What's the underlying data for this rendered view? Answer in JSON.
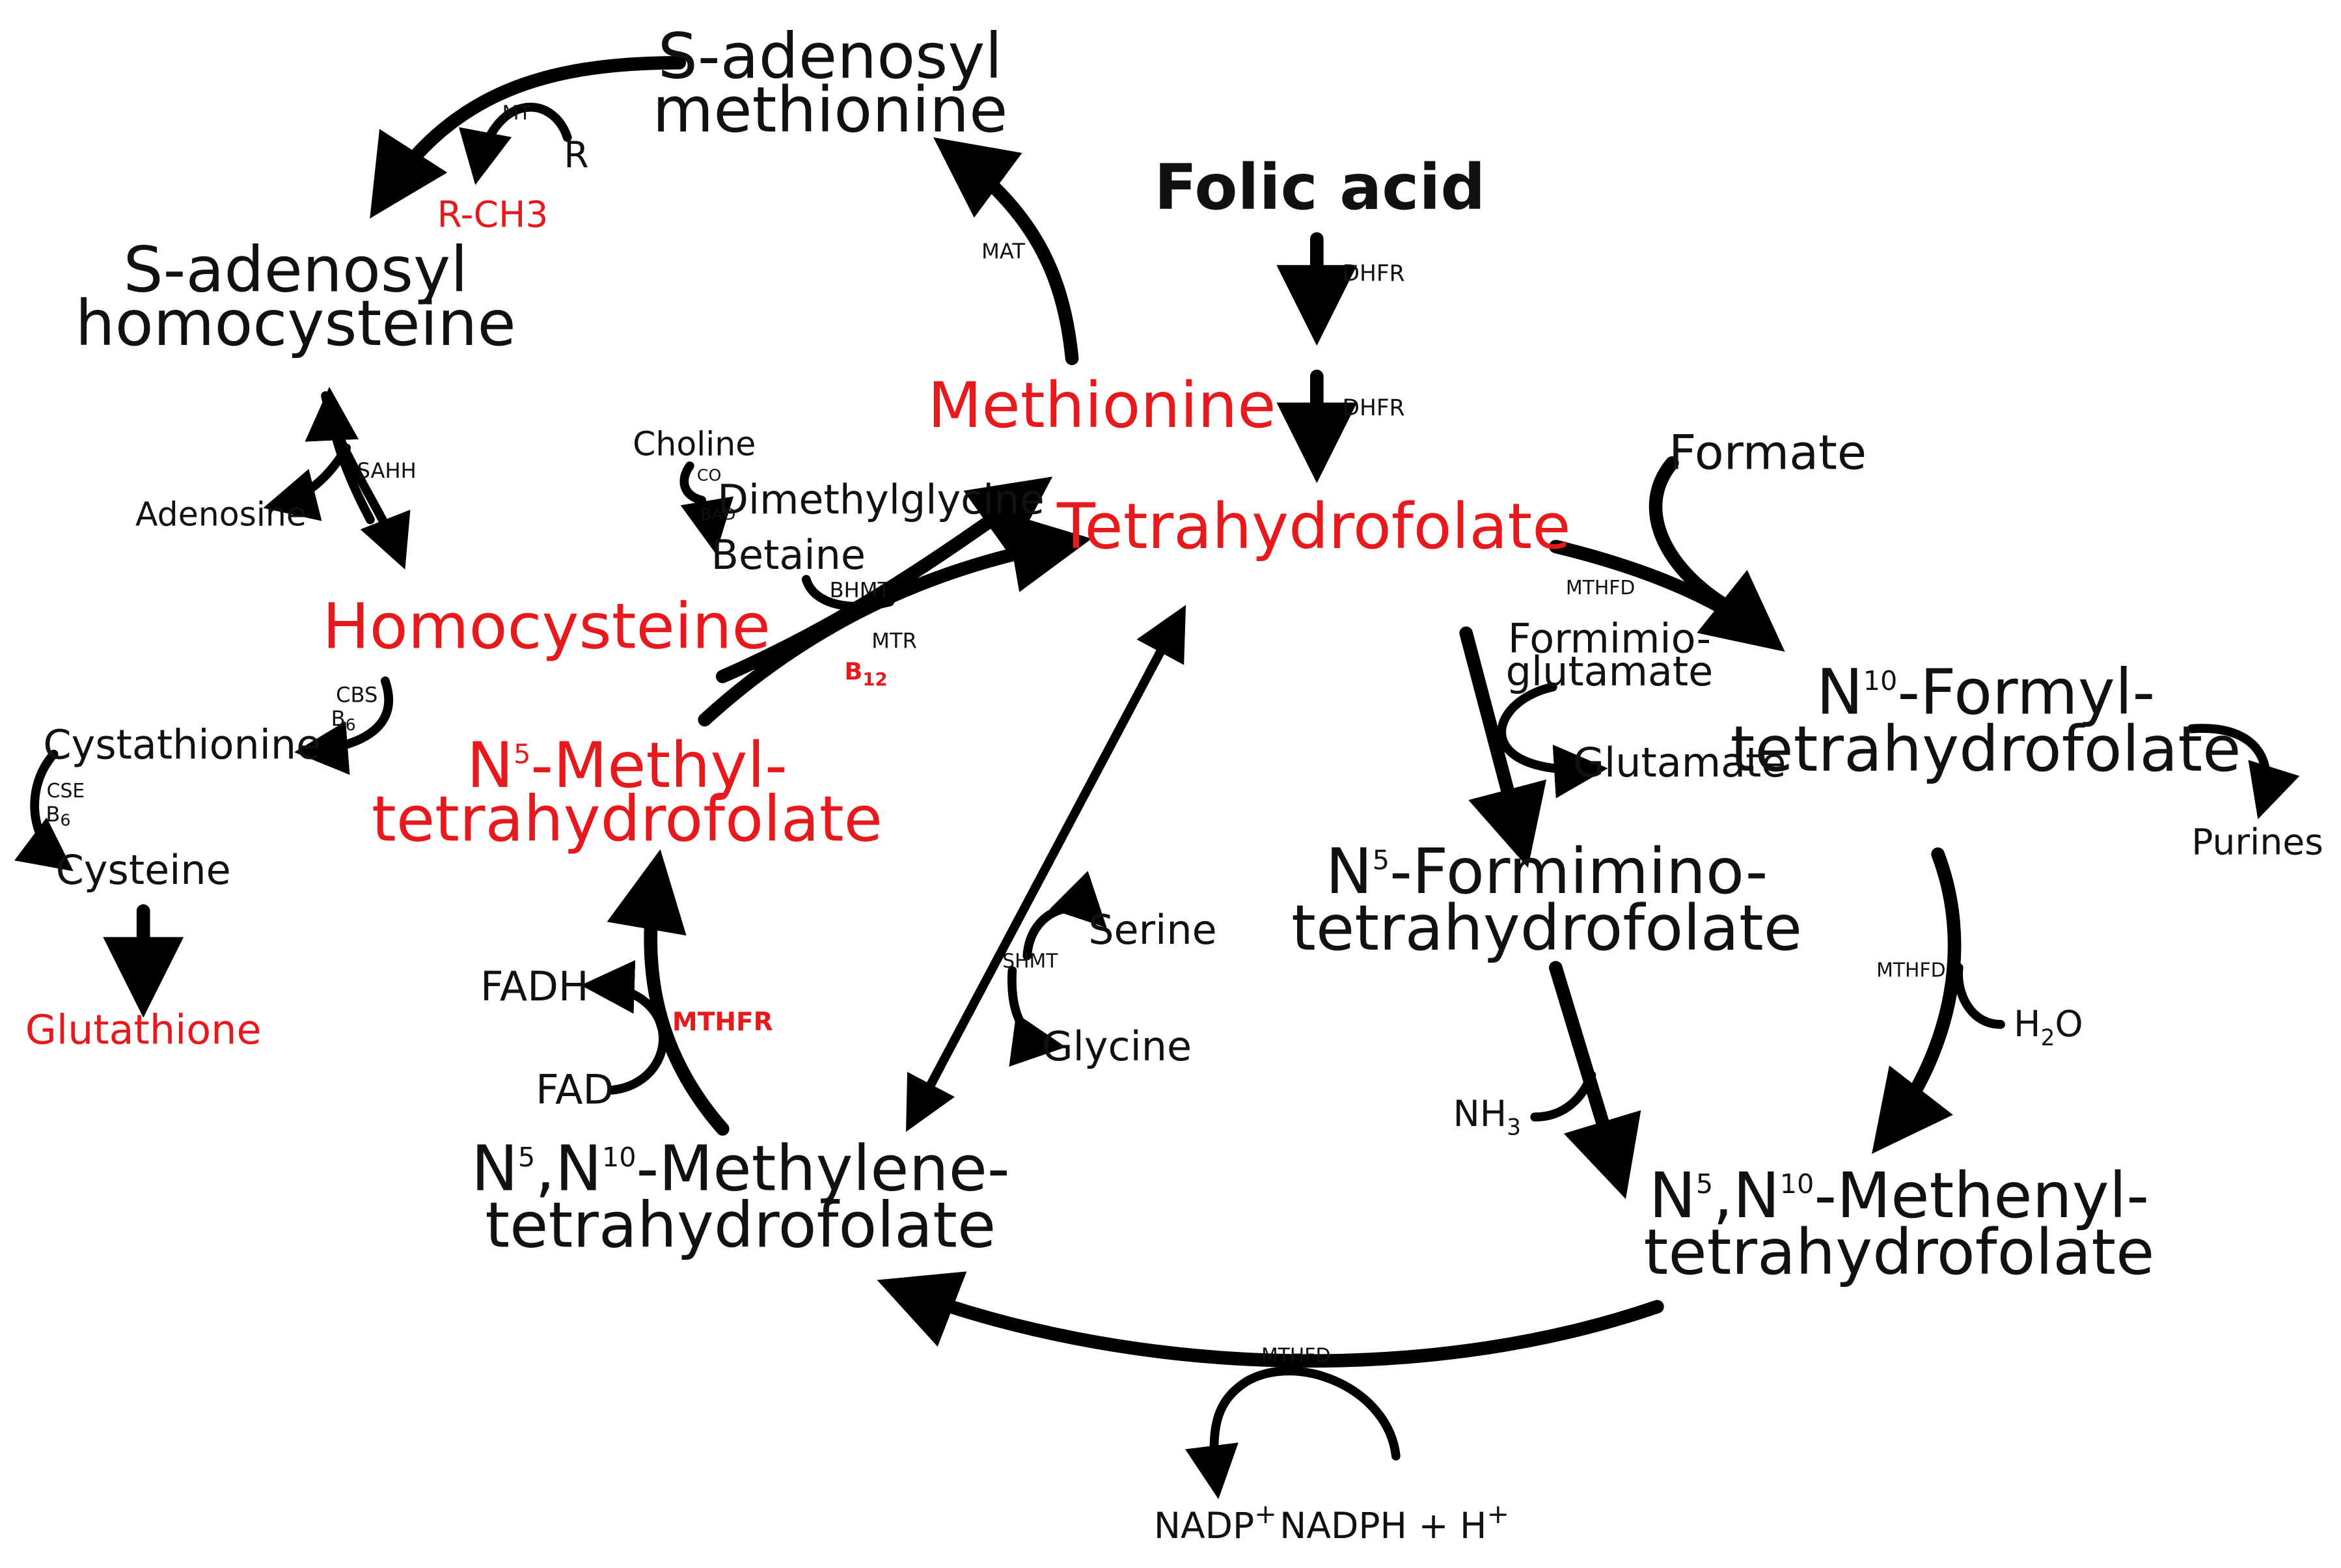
{
  "colors": {
    "highlight": "#e8191c",
    "text": "#111111",
    "arrow": "#000000"
  },
  "metabolites": {
    "sam_1": "S-adenosyl",
    "sam_2": "methionine",
    "sah_1": "S-adenosyl",
    "sah_2": "homocysteine",
    "folic_acid": "Folic acid",
    "methionine": "Methionine",
    "tetrahydrofolate": "Tetrahydrofolate",
    "formate": "Formate",
    "homocysteine": "Homocysteine",
    "adenosine": "Adenosine",
    "choline": "Choline",
    "betaine": "Betaine",
    "dimethylglycine": "Dimethylglycine",
    "r": "R",
    "r_ch3": "R-CH3",
    "cystathionine": "Cystathionine",
    "cysteine": "Cysteine",
    "glutathione": "Glutathione",
    "n5_methyl_thf": {
      "sup": "5",
      "line1_rest": "-Methyl-",
      "line2": "tetrahydrofolate"
    },
    "formimioglutamate_1": "Formimio-",
    "formimioglutamate_2": "glutamate",
    "glutamate": "Glutamate",
    "n10_formyl_thf": {
      "sup": "10",
      "line1_rest": "-Formyl-",
      "line2": "tetrahydrofolate"
    },
    "purines": "Purines",
    "n5_formimino_thf": {
      "sup": "5",
      "line1_rest": "-Formimino-",
      "line2": "tetrahydrofolate"
    },
    "serine": "Serine",
    "glycine": "Glycine",
    "fadh": "FADH",
    "fad": "FAD",
    "h2o": {
      "main": "H",
      "sub": "2",
      "end": "O"
    },
    "nh3": {
      "main": "NH",
      "sub": "3"
    },
    "n5n10_methylene_thf": {
      "sup1": "5",
      "mid": ",N",
      "sup2": "10",
      "line1_rest": "-Methylene-",
      "line2": "tetrahydrofolate"
    },
    "n5n10_methenyl_thf": {
      "sup1": "5",
      "mid": ",N",
      "sup2": "10",
      "line1_rest": "-Methenyl-",
      "line2": "tetrahydrofolate"
    },
    "nadp": {
      "main": "NADP",
      "sup": "+"
    },
    "nadph": {
      "main": "NADPH + H",
      "sup": "+"
    }
  },
  "enzymes": {
    "mt": "MT",
    "mat": "MAT",
    "dhfr_1": "DHFR",
    "dhfr_2": "DHFR",
    "sahh": "SAHH",
    "co": "CO",
    "bad": "BAD",
    "bhmt": "BHMT",
    "mtr": "MTR",
    "b12": {
      "main": "B",
      "sub": "12"
    },
    "mthfd_top": "MTHFD",
    "cbs": "CBS",
    "b6_cbs": {
      "main": "B",
      "sub": "6"
    },
    "cse": "CSE",
    "b6_cse": {
      "main": "B",
      "sub": "6"
    },
    "shmt": "SHMT",
    "mthfr": "MTHFR",
    "mthfd_right": "MTHFD",
    "mthfd_bottom": "MTHFD"
  }
}
